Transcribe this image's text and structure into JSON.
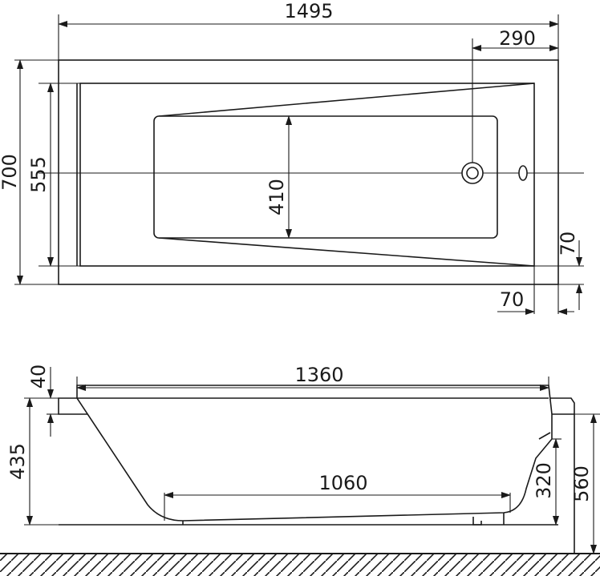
{
  "diagram": {
    "top_view": {
      "overall_length": "1495",
      "drain_offset": "290",
      "overall_width": "700",
      "inner_width": "555",
      "basin_width": "410",
      "rim_side": "70",
      "rim_end": "70"
    },
    "side_view": {
      "rim_thickness": "40",
      "top_length": "1360",
      "bottom_length": "1060",
      "rim_height": "435",
      "end_depth": "320",
      "total_height": "560"
    },
    "colors": {
      "line": "#1a1a1a",
      "background": "#ffffff"
    }
  }
}
